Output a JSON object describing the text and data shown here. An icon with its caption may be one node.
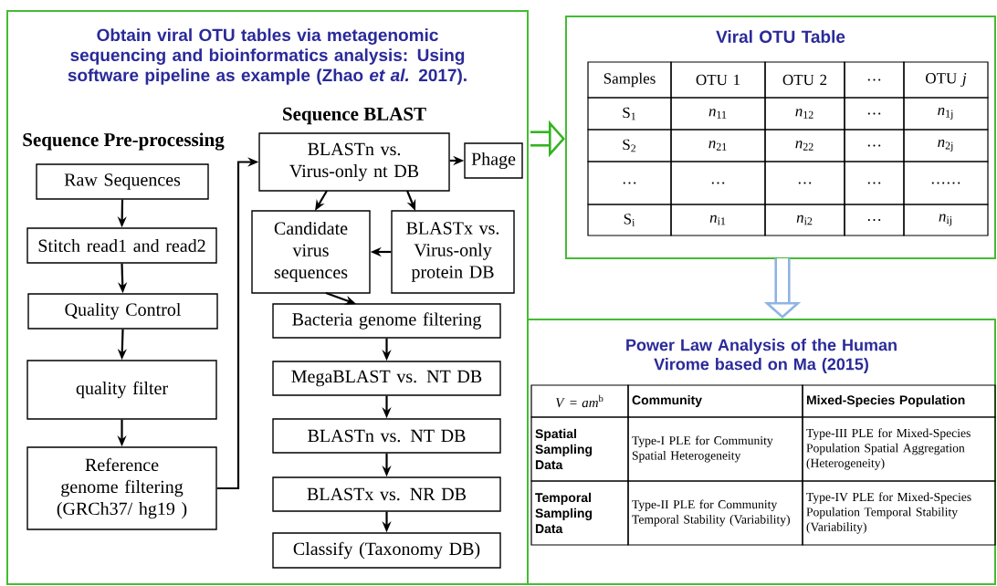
{
  "diagram": {
    "nodes": [
      {
        "text": [
          "Obtain viral OTU tables via metagenomic sequencing and bioinformatics analysis: Using software pipeline as example (Zhao *et al.* 2017)."
        ]
      },
      {
        "text": [
          "Raw Sequences"
        ],
        "in": 0
      },
      {
        "text": [
          "Stitch read1 and read2"
        ],
        "in": 0
      },
      {
        "text": [
          "Quality Control"
        ],
        "in": 0
      },
      {
        "text": [
          "quality filter"
        ],
        "in": 0
      },
      {
        "text": [
          "Reference genome filtering (GRCh37/ hg19 )"
        ],
        "in": 0
      },
      {
        "text": [
          "BLASTn vs. Virus-only nt DB"
        ],
        "in": 0
      },
      {
        "text": [
          "Phage"
        ],
        "in": 0
      },
      {
        "text": [
          "Candidate virus sequences"
        ],
        "in": 0
      },
      {
        "text": [
          "BLASTx vs. Virus-only protein DB"
        ],
        "in": 0
      },
      {
        "text": [
          "Bacteria genome filtering"
        ],
        "in": 0
      },
      {
        "text": [
          "MegaBLAST vs. NT DB"
        ],
        "in": 0
      },
      {
        "text": [
          "BLASTn vs. NT DB"
        ],
        "in": 0
      },
      {
        "text": [
          "BLASTx vs. NR DB"
        ],
        "in": 0
      },
      {
        "text": [
          "Classify (Taxonomy DB)"
        ],
        "in": 0
      },
      {
        "text": [
          "Viral OTU Table"
        ]
      },
      {
        "text": [
          "Power Law Analysis of the Human Virome based on Ma (2015)"
        ]
      }
    ],
    "edges": [
      {
        "from": 1,
        "to": 2,
        "arrow": "to"
      },
      {
        "from": 2,
        "to": 3,
        "arrow": "to"
      },
      {
        "from": 3,
        "to": 4,
        "arrow": "to"
      },
      {
        "from": 4,
        "to": 5,
        "arrow": "to"
      },
      {
        "from": 5,
        "to": 6,
        "arrow": "to"
      },
      {
        "from": 6,
        "to": 7,
        "arrow": "to"
      },
      {
        "from": 6,
        "to": 8,
        "arrow": "to"
      },
      {
        "from": 6,
        "to": 9,
        "arrow": "to"
      },
      {
        "from": 9,
        "to": 8,
        "arrow": "to"
      },
      {
        "from": 8,
        "to": 10,
        "arrow": "to"
      },
      {
        "from": 10,
        "to": 11,
        "arrow": "to"
      },
      {
        "from": 11,
        "to": 12,
        "arrow": "to"
      },
      {
        "from": 12,
        "to": 13,
        "arrow": "to"
      },
      {
        "from": 13,
        "to": 14,
        "arrow": "to"
      },
      {
        "from": 0,
        "to": 15,
        "arrow": "to",
        "style": "thick",
        "color": "#33b41f"
      },
      {
        "from": 15,
        "to": 16,
        "arrow": "to",
        "style": "thick",
        "color": "#8fb4e3"
      }
    ],
    "labels": [
      "Sequence BLAST",
      "Sequence Pre-processing",
      "Samples",
      "OTU 1",
      "OTU 2",
      "…",
      "OTU *j*",
      "S$_{1}$",
      "*n*$_{11}$",
      "*n*$_{12}$",
      "…",
      "*n*$_{1j}$",
      "S$_{2}$",
      "*n*$_{21}$",
      "*n*$_{22}$",
      "…",
      "*n*$_{2j}$",
      "…",
      "…",
      "…",
      "…",
      "……",
      "S$_{i}$",
      "*n*$_{i1}$",
      "*n*$_{i2}$",
      "…",
      "*n*$_{ij}$",
      "*V* = *am*$^{b}$",
      "Community",
      "Mixed-Species Population",
      "Spatial Sampling Data",
      "Type-I PLE for Community Spatial Heterogeneity",
      "Type-III PLE for Mixed-Species Population Spatial Aggregation (Heterogeneity)",
      "Temporal Sampling Data",
      "Type-II PLE for Community Temporal Stability (Variability)",
      "Type-IV PLE for Mixed-Species Population Temporal Stability (Variability)"
    ]
  }
}
